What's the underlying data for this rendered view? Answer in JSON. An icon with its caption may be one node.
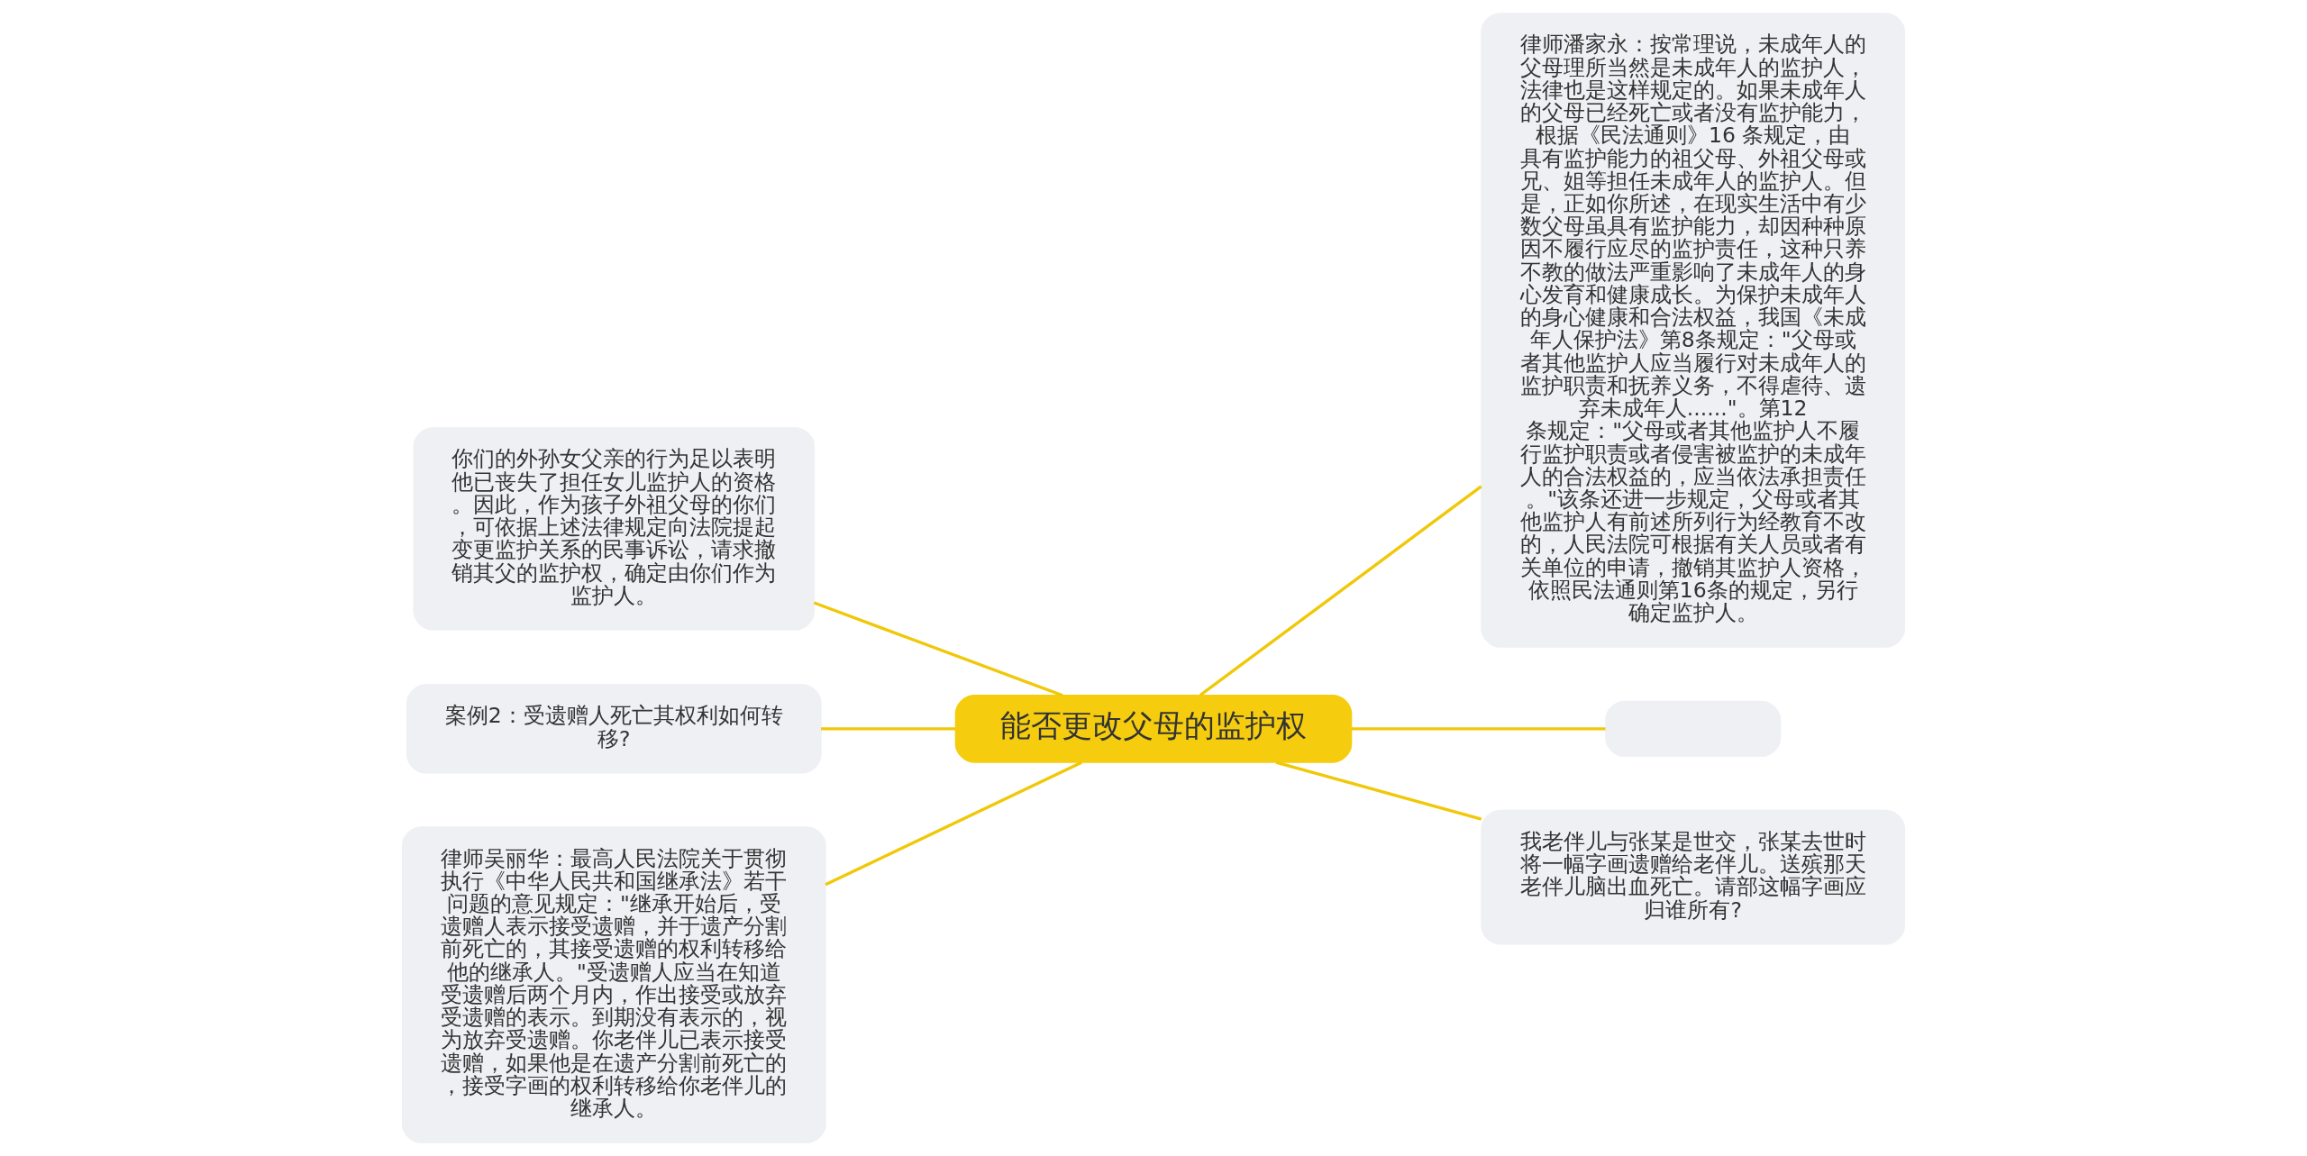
{
  "diagram": {
    "nodes": [
      {
        "text": [
          "能否更改父母的监护权"
        ]
      },
      {
        "text": [
          "你们的外孙女父亲的行为足以表明他已丧失了担任女儿监护人的资格。因此，作为孩子外祖父母的你们，可依据上述法律规定向法院提起变更监护关系的民事诉讼，请求撤销其父的监护权，确定由你们作为监护人。"
        ]
      },
      {
        "text": [
          "案例2：受遗赠人死亡其权利如何转移?"
        ]
      },
      {
        "text": [
          "律师吴丽华：最高人民法院关于贯彻执行《中华人民共和国继承法》若干问题的意见规定：\"继承开始后，受遗赠人表示接受遗赠，并于遗产分割前死亡的，其接受遗赠的权利转移给他的继承人。\"受遗赠人应当在知道受遗赠后两个月内，作出接受或放弃受遗赠的表示。到期没有表示的，视为放弃受遗赠。你老伴儿已表示接受遗赠，如果他是在遗产分割前死亡的，接受字画的权利转移给你老伴儿的继承人。"
        ]
      },
      {
        "text": [
          "律师潘家永：按常理说，未成年人的父母理所当然是未成年人的监护人，法律也是这样规定的。如果未成年人的父母已经死亡或者没有监护能力，根据《民法通则》16 条规定，由具有监护能力的祖父母、外祖父母或兄、姐等担任未成年人的监护人。但是，正如你所述，在现实生活中有少数父母虽具有监护能力，却因种种原因不履行应尽的监护责任，这种只养不教的做法严重影响了未成年人的身心发育和健康成长。为保护未成年人的身心健康和合法权益，我国《未成年人保护法》第8条规定：\"父母或者其他监护人应当履行对未成年人的监护职责和抚养义务，不得虐待、遗弃未成年人......\"。第12条规定：\"父母或者其他监护人不履行监护职责或者侵害被监护的未成年人的合法权益的，应当依法承担责任。\"该条还进一步规定，父母或者其他监护人有前述所列行为经教育不改的，人民法院可根据有关人员或者有关单位的申请，撤销其监护人资格，依照民法通则第16条的规定，另行确定监护人。"
        ]
      },
      {
        "text": [],
        "shape": "box"
      },
      {
        "text": [
          "我老伴儿与张某是世交，张某去世时将一幅字画遗赠给老伴儿。送殡那天老伴儿脑出血死亡。请部这幅字画应归谁所有?"
        ]
      }
    ],
    "edges": [
      {
        "from": 0,
        "to": 1,
        "arrow": "none"
      },
      {
        "from": 0,
        "to": 2,
        "arrow": "none"
      },
      {
        "from": 0,
        "to": 3,
        "arrow": "none"
      },
      {
        "from": 0,
        "to": 4,
        "arrow": "none"
      },
      {
        "from": 0,
        "to": 5,
        "arrow": "none"
      },
      {
        "from": 0,
        "to": 6,
        "arrow": "none"
      }
    ]
  }
}
